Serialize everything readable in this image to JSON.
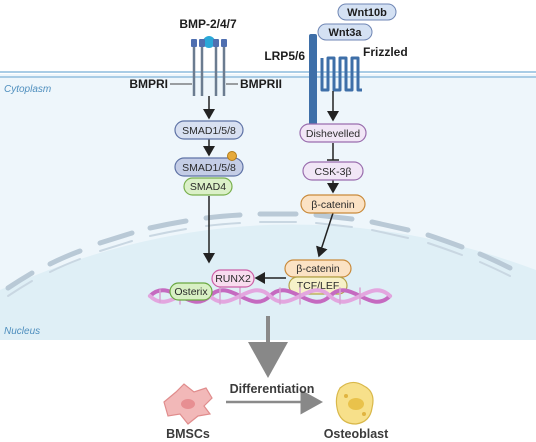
{
  "regions": {
    "cytoplasm": "Cytoplasm",
    "nucleus": "Nucleus"
  },
  "ligands": {
    "bmp": "BMP-2/4/7",
    "wnt10b": "Wnt10b",
    "wnt3a": "Wnt3a"
  },
  "receptors": {
    "bmpr1": "BMPRI",
    "bmpr2": "BMPRII",
    "lrp": "LRP5/6",
    "frizzled": "Frizzled"
  },
  "bmp_pathway": {
    "smad158": "SMAD1/5/8",
    "smad158_p": "SMAD1/5/8",
    "smad4": "SMAD4"
  },
  "wnt_pathway": {
    "dishevelled": "Dishevelled",
    "gsk3b": "CSK-3β",
    "bcatenin_cyto": "β-catenin",
    "bcatenin_nuc": "β-catenin",
    "tcf_lef": "TCF/LEF"
  },
  "transcription": {
    "runx2": "RUNX2",
    "osterix": "Osterix"
  },
  "differentiation": {
    "label": "Differentiation",
    "source_cell": "BMSCs",
    "target_cell": "Osteoblast"
  },
  "colors": {
    "membrane": "#a9cce5",
    "cytoplasm_bg": "#eef6fb",
    "nucleus_bg": "#dfeff6",
    "smad_fill": "#d8e0f1",
    "smad_stroke": "#5f73a6",
    "smad4_fill": "#dbf0c8",
    "smad4_stroke": "#79b04d",
    "wnt_fill": "#f1e6f6",
    "wnt_stroke": "#9a6eae",
    "catenin_fill": "#fbe2c4",
    "catenin_stroke": "#c98a3b",
    "runx2_fill": "#f8dcef",
    "runx2_stroke": "#cc5fa6",
    "osterix_fill": "#d8f0c4",
    "osterix_stroke": "#6aa842",
    "dna": "#c56ac0",
    "ligand_bubble": "#d4e1f3",
    "receptor_blue": "#3e6fa8"
  }
}
